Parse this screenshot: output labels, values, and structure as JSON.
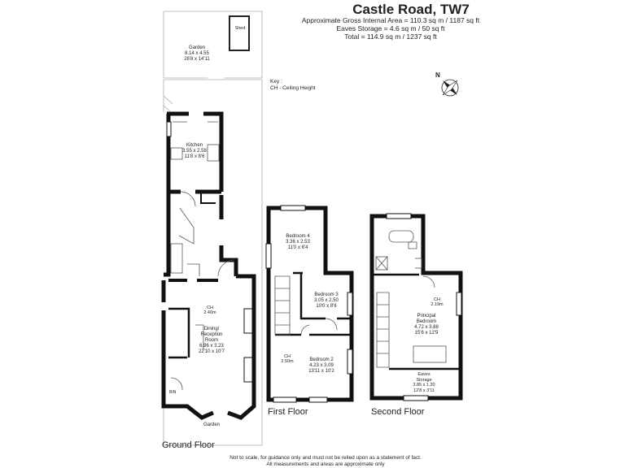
{
  "header": {
    "title": "Castle Road, TW7",
    "gross_area": "Approximate Gross Internal Area = 110.3 sq m / 1187 sq ft",
    "eaves_storage": "Eaves Storage = 4.6 sq m / 50 sq ft",
    "total": "Total = 114.9 sq m / 1237 sq ft"
  },
  "key": {
    "title": "Key :",
    "ch": "CH - Ceiling Height"
  },
  "compass": {
    "label": "N"
  },
  "floors": {
    "ground": "Ground Floor",
    "first": "First Floor",
    "second": "Second Floor"
  },
  "rooms": {
    "garden_top": {
      "name": "Garden",
      "metric": "8.14 x 4.55",
      "imperial": "26'8 x 14'11"
    },
    "shed": {
      "name": "Shed"
    },
    "kitchen": {
      "name": "Kitchen",
      "metric": "3.55 x 2.58",
      "imperial": "11'8 x 8'6"
    },
    "dining": {
      "name_line1": "Dining/",
      "name_line2": "Reception",
      "name_line3": "Room",
      "metric": "6.96 x 3.23",
      "imperial": "22'10 x 10'7"
    },
    "dining_ch": {
      "label": "CH",
      "value": "2.40m"
    },
    "garden_bottom": {
      "name": "Garden"
    },
    "bin": {
      "label": "BIN"
    },
    "bedroom4": {
      "name": "Bedroom 4",
      "metric": "3.36 x 2.53",
      "imperial": "11'0 x 8'4"
    },
    "bedroom3": {
      "name": "Bedroom 3",
      "metric": "3.05 x 2.50",
      "imperial": "10'0 x 8'6"
    },
    "bedroom2": {
      "name": "Bedroom 2",
      "metric": "4.23 x 3.09",
      "imperial": "13'11 x 10'2"
    },
    "bedroom2_ch": {
      "label": "CH",
      "value": "2.50m"
    },
    "principal": {
      "name_line1": "Principal",
      "name_line2": "Bedroom",
      "metric": "4.72 x 3.88",
      "imperial": "15'6 x 12'9"
    },
    "principal_ch": {
      "label": "CH",
      "value": "2.19m"
    },
    "eaves": {
      "name_line1": "Eaves",
      "name_line2": "Storage",
      "metric": "3.85 x 1.20",
      "imperial": "12'8 x 3'11"
    }
  },
  "footer": {
    "line1": "Not to scale, for guidance only and must not be relied upon as a statement of fact.",
    "line2": "All measurements and areas are approximate only"
  }
}
